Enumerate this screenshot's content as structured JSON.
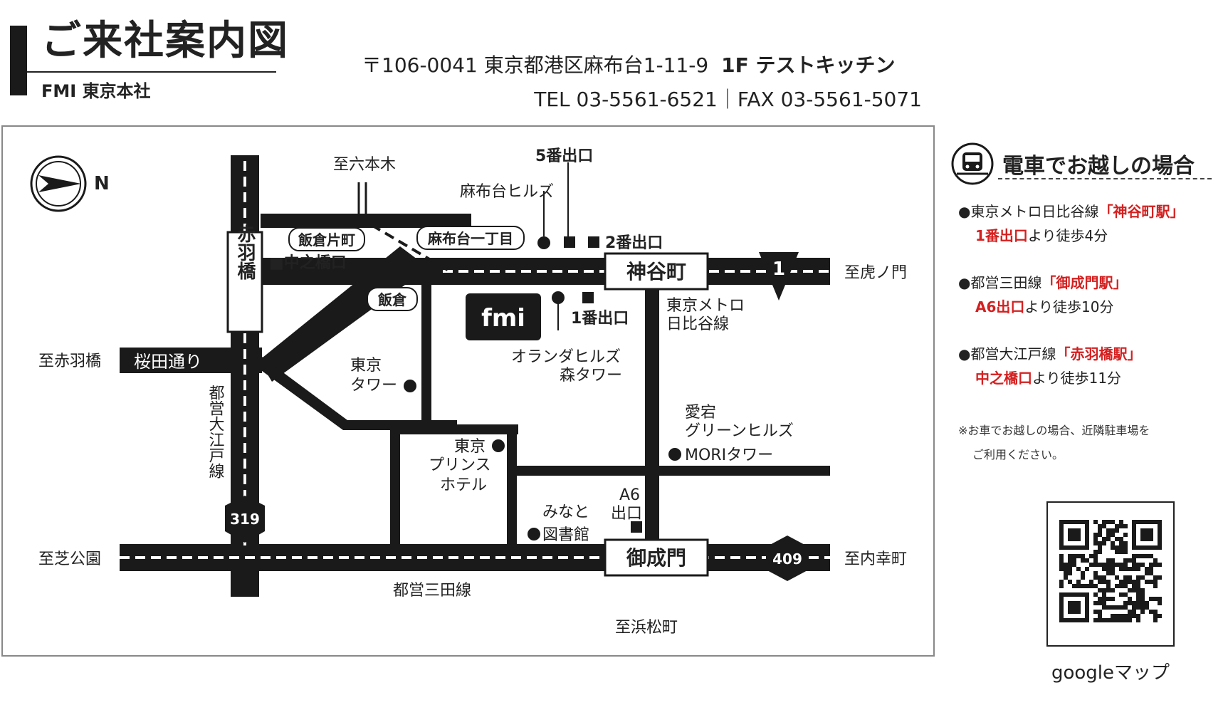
{
  "header": {
    "title": "ご来社案内図",
    "subtitle": "FMI 東京本社",
    "address": "〒106-0041 東京都港区麻布台1-11-9",
    "address_floor": "1F テストキッチン",
    "contact": "TEL 03-5561-6521｜FAX 03-5561-5071"
  },
  "map": {
    "north_label": "N",
    "company_logo": "fmi",
    "labels": {
      "roppongi": "至六本木",
      "exit5": "5番出口",
      "azabudai_hills": "麻布台ヒルズ",
      "exit2": "2番出口",
      "iikura_katamachi": "飯倉片町",
      "azabudai_1chome": "麻布台一丁目",
      "nakanohashi_exit": "■中之橋口",
      "kamiyacho": "神谷町",
      "toranomon": "至虎ノ門",
      "iikura": "飯倉",
      "exit1": "1番出口",
      "tokyo_metro": "東京メトロ",
      "hibiya_line": "日比谷線",
      "akabanebashi_to": "至赤羽橋",
      "sakurada_dori": "桜田通り",
      "tokyo_tower_1": "東京",
      "tokyo_tower_2": "タワー",
      "holland_hills_1": "オランダヒルズ",
      "holland_hills_2": "森タワー",
      "oedo_line": "都営大江戸線",
      "atago_1": "愛宕",
      "atago_2": "グリーンヒルズ",
      "atago_3": "MORIタワー",
      "prince_1": "東京",
      "prince_2": "プリンス",
      "prince_3": "ホテル",
      "a6_1": "A6",
      "a6_2": "出口",
      "minato_1": "みなと",
      "minato_2": "図書館",
      "shibakoen": "至芝公園",
      "onarimon": "御成門",
      "uchisaiwaicho": "至内幸町",
      "mita_line": "都営三田線",
      "hamamatsucho": "至浜松町",
      "akabanebashi": "赤羽橋",
      "route1": "1",
      "route319": "319",
      "route409": "409"
    }
  },
  "train_access": {
    "heading": "電車でお越しの場合",
    "items": [
      {
        "line": "●東京メトロ日比谷線",
        "station": "「神谷町駅」",
        "exit": "1番出口",
        "walk": "より徒歩4分"
      },
      {
        "line": "●都営三田線",
        "station": "「御成門駅」",
        "exit": "A6出口",
        "walk": "より徒歩10分"
      },
      {
        "line": "●都営大江戸線",
        "station": "「赤羽橋駅」",
        "exit": "中之橋口",
        "walk": "より徒歩11分"
      }
    ],
    "note_1": "※お車でお越しの場合、近隣駐車場を",
    "note_2": "ご利用ください。"
  },
  "qr": {
    "label": "googleマップ"
  },
  "colors": {
    "accent_red": "#d42020",
    "road": "#1a1a1a"
  }
}
